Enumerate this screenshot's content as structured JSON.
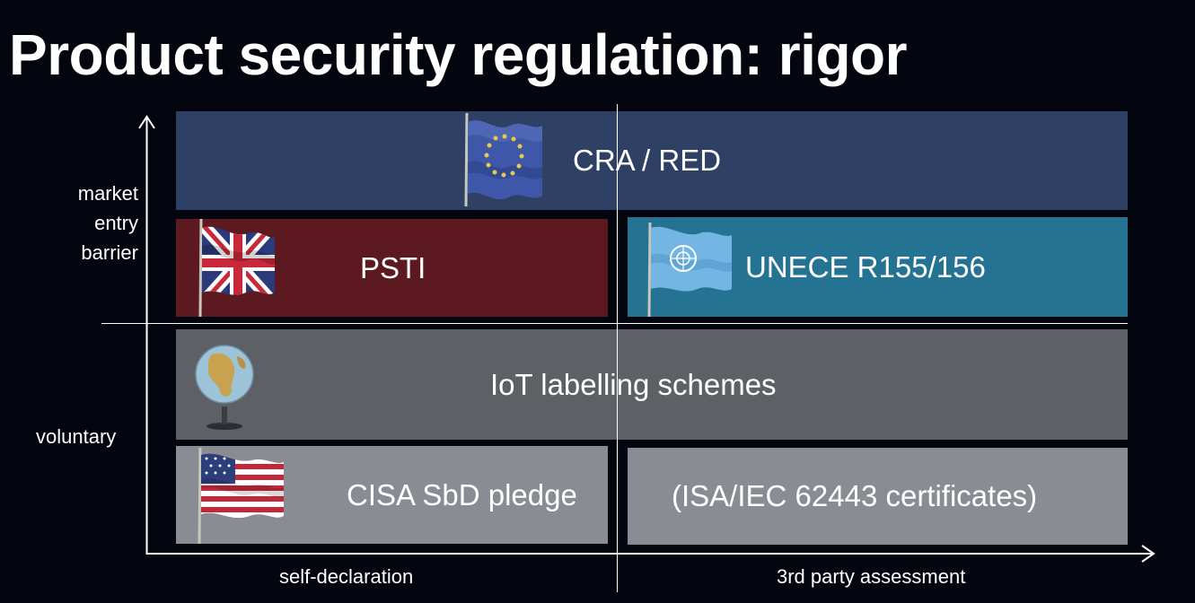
{
  "title": "Product security regulation: rigor",
  "y_axis": {
    "top_label_lines": [
      "market",
      "entry",
      "barrier"
    ],
    "bottom_label": "voluntary"
  },
  "x_axis": {
    "left_label": "self-declaration",
    "right_label": "3rd party assessment"
  },
  "boxes": {
    "cra_red": {
      "label": "CRA / RED",
      "color": "#2f4065",
      "icon": "eu-flag-icon"
    },
    "psti": {
      "label": "PSTI",
      "color": "#5c1a20",
      "icon": "uk-flag-icon"
    },
    "unece": {
      "label": "UNECE R155/156",
      "color": "#257393",
      "icon": "un-flag-icon"
    },
    "iot": {
      "label": "IoT labelling schemes",
      "color": "#5d6166",
      "icon": "globe-icon"
    },
    "cisa": {
      "label": "CISA SbD pledge",
      "color": "#898c93",
      "icon": "us-flag-icon"
    },
    "isa": {
      "label": "(ISA/IEC 62443 certificates)",
      "color": "#898c93"
    }
  }
}
